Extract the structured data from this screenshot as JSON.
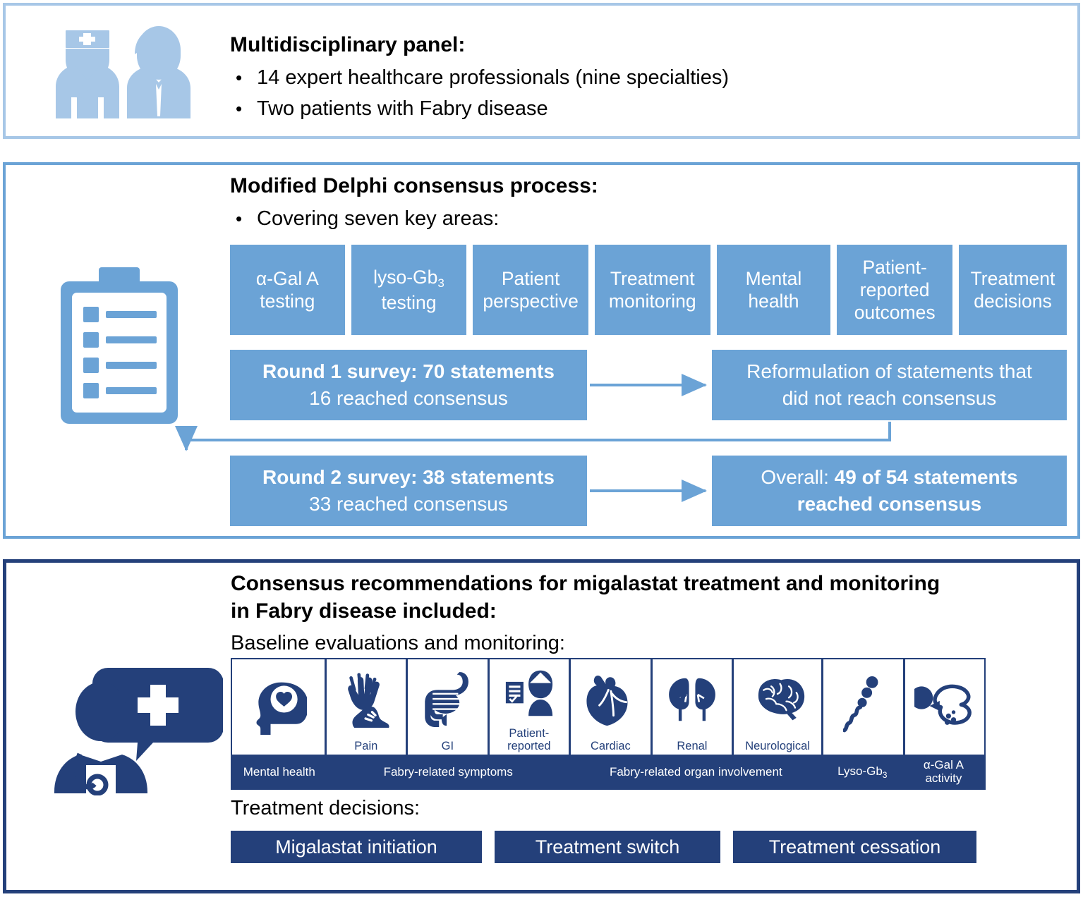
{
  "colors": {
    "light_blue": "#a7c7e7",
    "mid_blue": "#6ba3d6",
    "dark_blue": "#24407a",
    "white": "#ffffff"
  },
  "panel_top": {
    "icon": "doctor-and-patient-icon",
    "heading": "Multidisciplinary panel:",
    "bullets": [
      "14 expert healthcare professionals (nine specialties)",
      "Two patients with Fabry disease"
    ]
  },
  "panel_mid": {
    "icon": "clipboard-checklist-icon",
    "heading": "Modified Delphi consensus process:",
    "bullets": [
      "Covering seven key areas:"
    ],
    "key_areas": [
      {
        "line1": "α-Gal A",
        "line2": "testing",
        "sub": ""
      },
      {
        "line1": "lyso-Gb",
        "line2": "testing",
        "sub": "3"
      },
      {
        "line1": "Patient",
        "line2": "perspective",
        "sub": ""
      },
      {
        "line1": "Treatment",
        "line2": "monitoring",
        "sub": ""
      },
      {
        "line1": "Mental",
        "line2": "health",
        "sub": ""
      },
      {
        "line1": "Patient-",
        "line2": "reported",
        "line3": "outcomes",
        "sub": ""
      },
      {
        "line1": "Treatment",
        "line2": "decisions",
        "sub": ""
      }
    ],
    "flow": {
      "round1_bold": "Round 1 survey: 70 statements",
      "round1_plain": "16 reached consensus",
      "reformulation_l1": "Reformulation of statements that",
      "reformulation_l2": "did not reach consensus",
      "round2_bold": "Round 2 survey: 38 statements",
      "round2_plain": "33 reached consensus",
      "overall_pre": "Overall: ",
      "overall_bold": "49 of 54 statements",
      "overall_l2": "reached consensus"
    }
  },
  "panel_bottom": {
    "icon": "clinician-speech-plus-icon",
    "title_l1": "Consensus recommendations for migalastat treatment and monitoring",
    "title_l2": "in Fabry disease included:",
    "subtitle": "Baseline evaluations and monitoring:",
    "icon_cells": [
      {
        "icon": "head-brain-heart-icon",
        "label": ""
      },
      {
        "icon": "hand-foot-pain-icon",
        "label": "Pain"
      },
      {
        "icon": "intestines-gi-icon",
        "label": "GI"
      },
      {
        "icon": "patient-questionnaire-icon",
        "label": "Patient-\nreported"
      },
      {
        "icon": "heart-cardiac-icon",
        "label": "Cardiac"
      },
      {
        "icon": "kidneys-renal-icon",
        "label": "Renal"
      },
      {
        "icon": "brain-neurological-icon",
        "label": "Neurological"
      },
      {
        "icon": "lyso-gb3-molecule-icon",
        "label": ""
      },
      {
        "icon": "alpha-gal-a-enzyme-icon",
        "label": ""
      }
    ],
    "icon_groups": [
      {
        "label": "Mental health",
        "span": 1,
        "sub": ""
      },
      {
        "label": "Fabry-related symptoms",
        "span": 3,
        "sub": ""
      },
      {
        "label": "Fabry-related organ involvement",
        "span": 3,
        "sub": ""
      },
      {
        "label": "Lyso-Gb",
        "span": 1,
        "sub": "3"
      },
      {
        "label": "α-Gal A activity",
        "span": 1,
        "sub": ""
      }
    ],
    "treatment_label": "Treatment decisions:",
    "treatment_buttons": [
      "Migalastat initiation",
      "Treatment switch",
      "Treatment cessation"
    ]
  }
}
